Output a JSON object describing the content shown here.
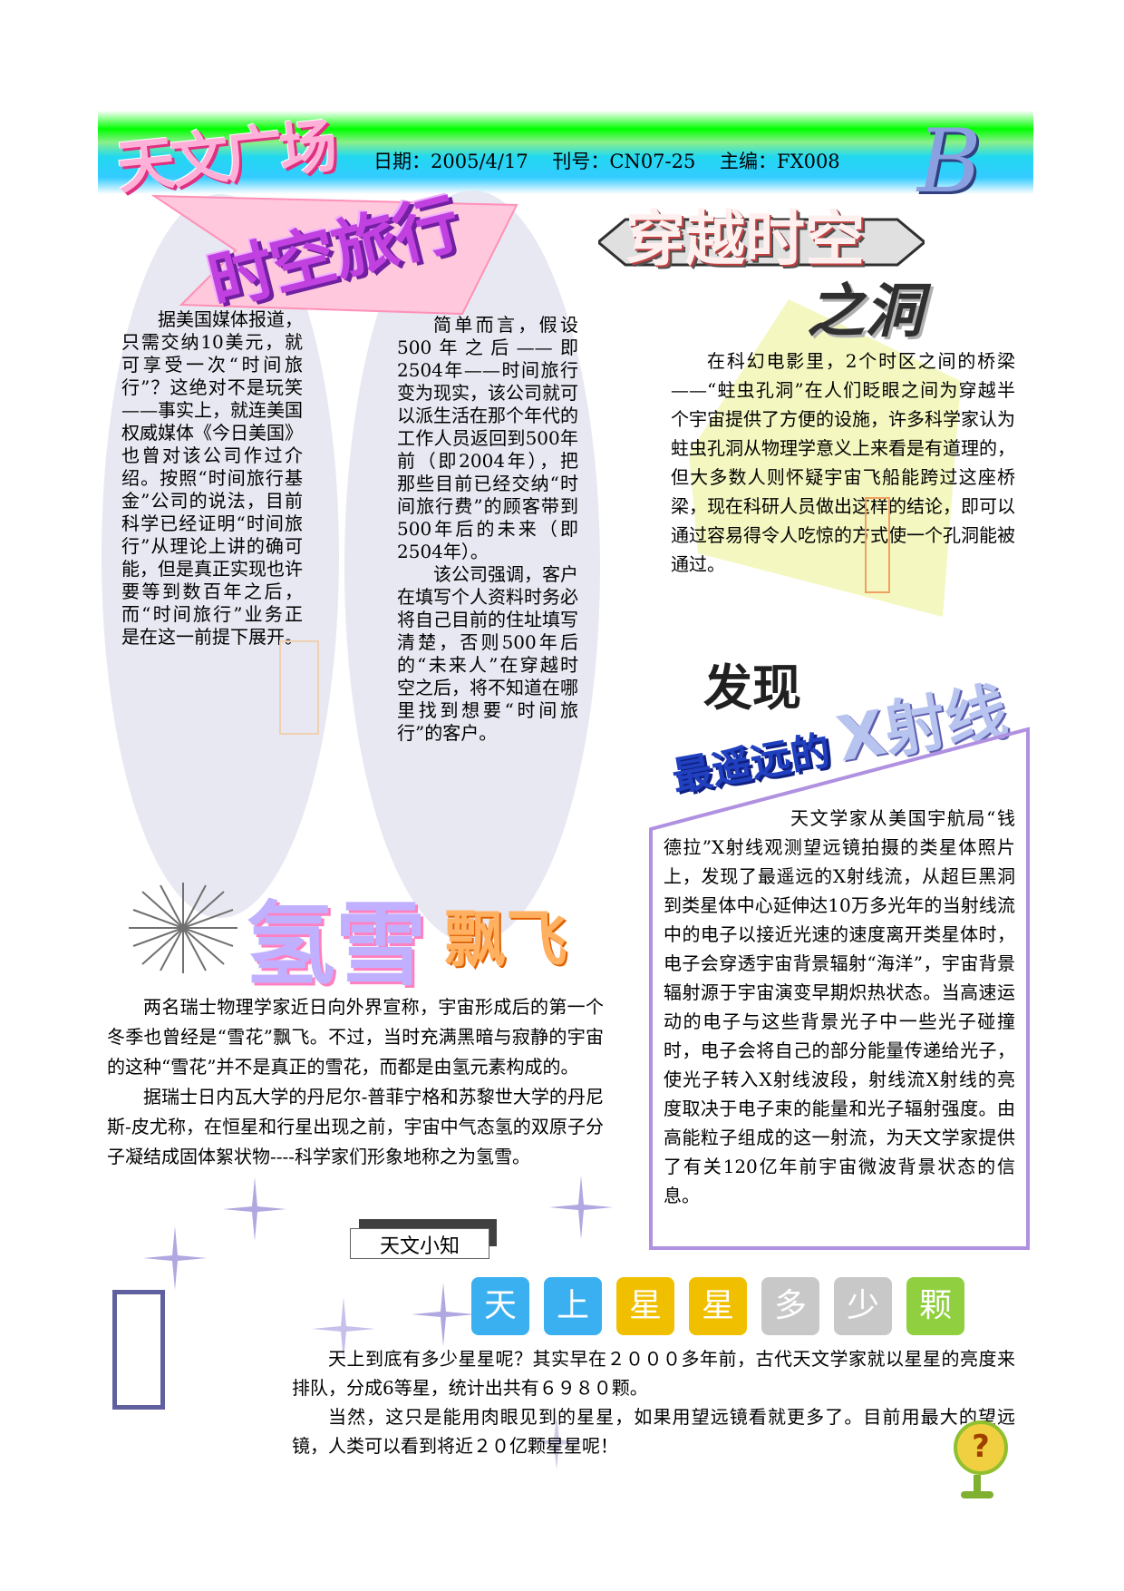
{
  "header": {
    "brand": "天文广场",
    "info": "日期：2005/4/17    刊号：CN07-25    主编：FX008",
    "issue_letter": "B"
  },
  "article1": {
    "title": "时空旅行",
    "col1": "据美国媒体报道，只需交纳10美元，就可享受一次“时间旅行”？这绝对不是玩笑——事实上，就连美国权威媒体《今日美国》也曾对该公司作过介绍。按照“时间旅行基金”公司的说法，目前科学已经证明“时间旅行”从理论上讲的确可能，但是真正实现也许要等到数百年之后，而“时间旅行”业务正是在这一前提下展开。",
    "col2_p1": "简单而言，假设500年之后——即2504年——时间旅行变为现实，该公司就可以派生活在那个年代的工作人员返回到500年前（即2004年），把那些目前已经交纳“时间旅行费”的顾客带到500年后的未来（即2504年）。",
    "col2_p2": "该公司强调，客户在填写个人资料时务必将自己目前的住址填写清楚，否则500年后的“未来人”在穿越时空之后，将不知道在哪里找到想要“时间旅行”的客户。"
  },
  "article2": {
    "title_line1": "穿越时空",
    "title_line2": "之洞",
    "body": "在科幻电影里，2个时区之间的桥梁——“蛀虫孔洞”在人们眨眼之间为穿越半个宇宙提供了方便的设施，许多科学家认为蛀虫孔洞从物理学意义上来看是有道理的，但大多数人则怀疑宇宙飞船能跨过这座桥梁，现在科研人员做出这样的结论，即可以通过容易得令人吃惊的方式使一个孔洞能被通过。"
  },
  "article3": {
    "title_top": "发现",
    "title_mid": "最遥远的",
    "title_end": "X射线",
    "body": "天文学家从美国宇航局“钱德拉”X射线观测望远镜拍摄的类星体照片上，发现了最遥远的X射线流，从超巨黑洞到类星体中心延伸达10万多光年的当射线流中的电子以接近光速的速度离开类星体时，电子会穿透宇宙背景辐射“海洋”，宇宙背景辐射源于宇宙演变早期炽热状态。当高速运动的电子与这些背景光子中一些光子碰撞时，电子会将自己的部分能量传递给光子，使光子转入X射线波段，射线流X射线的亮度取决于电子束的能量和光子辐射强度。由高能粒子组成的这一射流，为天文学家提供了有关120亿年前宇宙微波背景状态的信息。"
  },
  "article4": {
    "title_main": "氢雪",
    "title_side": "飘飞",
    "p1": "两名瑞士物理学家近日向外界宣称，宇宙形成后的第一个冬季也曾经是“雪花”飘飞。不过，当时充满黑暗与寂静的宇宙的这种“雪花”并不是真正的雪花，而都是由氢元素构成的。",
    "p2": "据瑞士日内瓦大学的丹尼尔-普菲宁格和苏黎世大学的丹尼斯-皮尤称，在恒星和行星出现之前，宇宙中气态氢的双原子分子凝结成固体絮状物----科学家们形象地称之为氢雪。"
  },
  "article5": {
    "label": "天文小知",
    "title_chars": [
      "天",
      "上",
      "星",
      "星",
      "多",
      "少",
      "颗"
    ],
    "title_colors": [
      "#3ab0f0",
      "#3ab0f0",
      "#f0c000",
      "#f0c000",
      "#c8c8c8",
      "#c8c8c8",
      "#90d040"
    ],
    "p1": "天上到底有多少星星呢？其实早在２０００多年前，古代天文学家就以星星的亮度来排队，分成6等星，统计出共有６９８０颗。",
    "p2": "当然，这只是能用肉眼见到的星星，如果用望远镜看就更多了。目前用最大的望远镜，人类可以看到将近２０亿颗星星呢！",
    "question_icon": "?"
  }
}
